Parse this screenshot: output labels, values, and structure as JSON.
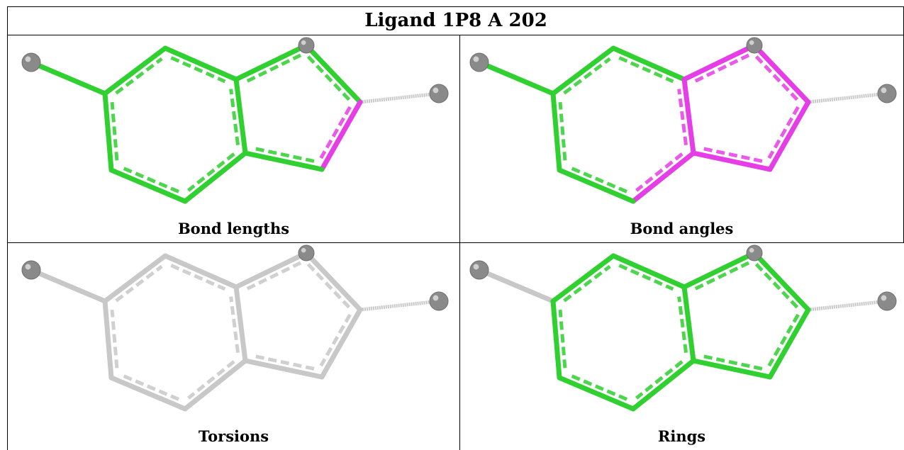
{
  "title": "Ligand 1P8 A 202",
  "panels": [
    {
      "id": "bond-lengths",
      "caption": "Bond lengths",
      "scheme": "lengths"
    },
    {
      "id": "bond-angles",
      "caption": "Bond angles",
      "scheme": "angles"
    },
    {
      "id": "torsions",
      "caption": "Torsions",
      "scheme": "torsions"
    },
    {
      "id": "rings",
      "caption": "Rings",
      "scheme": "rings"
    }
  ],
  "colors": {
    "ok": "#2fd02f",
    "outlier": "#e63ee6",
    "neutral": "#c8c8c8",
    "atom": "#8a8a8a"
  }
}
